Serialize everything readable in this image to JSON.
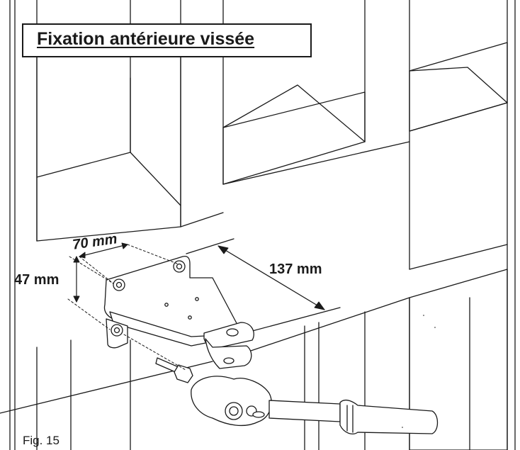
{
  "title": "Fixation antérieure vissée",
  "dimensions": {
    "width_label": "70 mm",
    "height_label": "47 mm",
    "offset_label": "137 mm"
  },
  "caption": "Fig. 15"
}
